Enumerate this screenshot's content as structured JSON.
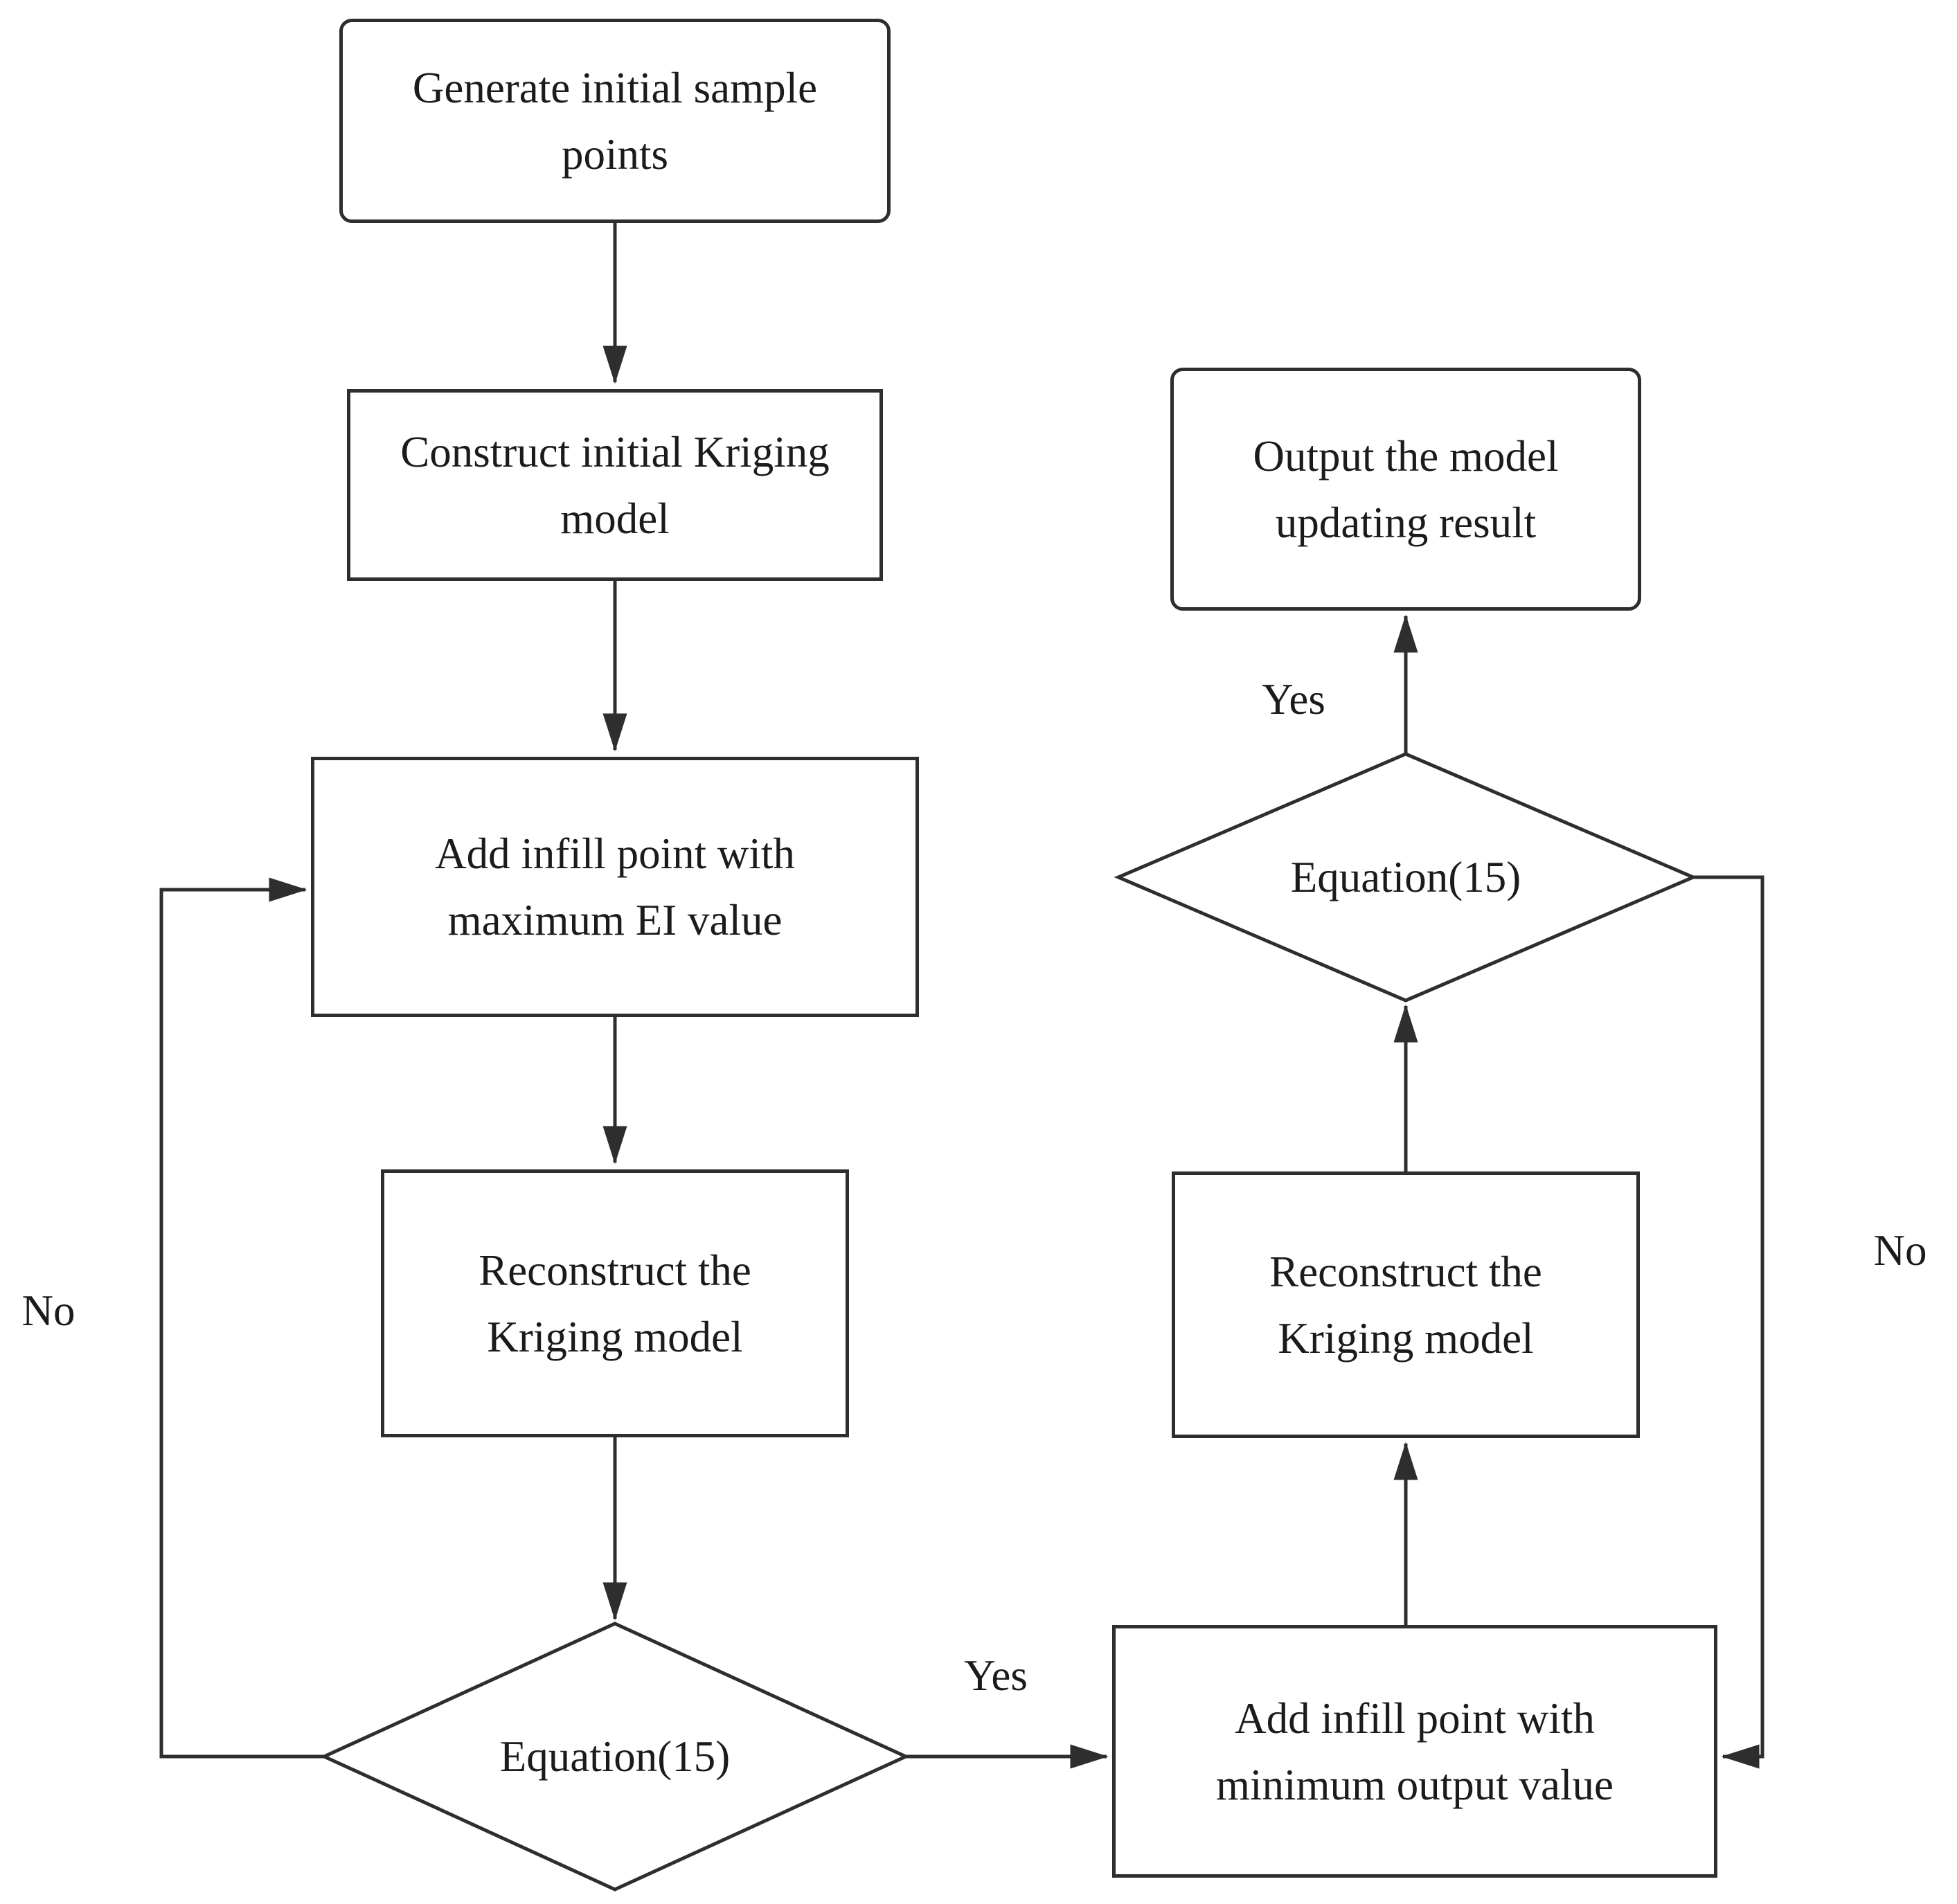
{
  "nodes": {
    "generate_samples": {
      "type": "process",
      "lines": [
        "Generate initial sample",
        "points"
      ]
    },
    "construct_kriging": {
      "type": "process",
      "lines": [
        "Construct initial Kriging",
        "model"
      ]
    },
    "add_infill_ei": {
      "type": "process",
      "lines": [
        "Add infill point with",
        "maximum EI value"
      ]
    },
    "reconstruct_left": {
      "type": "process",
      "lines": [
        "Reconstruct the",
        "Kriging model"
      ]
    },
    "decision_left": {
      "type": "decision",
      "lines": [
        "Equation(15)"
      ]
    },
    "add_infill_min": {
      "type": "process",
      "lines": [
        "Add infill point with",
        "minimum output value"
      ]
    },
    "reconstruct_right": {
      "type": "process",
      "lines": [
        "Reconstruct the",
        "Kriging model"
      ]
    },
    "decision_right": {
      "type": "decision",
      "lines": [
        "Equation(15)"
      ]
    },
    "output_result": {
      "type": "process",
      "lines": [
        "Output the model",
        "updating result"
      ]
    }
  },
  "edges": [
    {
      "from": "generate_samples",
      "to": "construct_kriging",
      "label": ""
    },
    {
      "from": "construct_kriging",
      "to": "add_infill_ei",
      "label": ""
    },
    {
      "from": "add_infill_ei",
      "to": "reconstruct_left",
      "label": ""
    },
    {
      "from": "reconstruct_left",
      "to": "decision_left",
      "label": ""
    },
    {
      "from": "decision_left",
      "to": "add_infill_min",
      "label": "Yes"
    },
    {
      "from": "decision_left",
      "to": "add_infill_ei",
      "label": "No"
    },
    {
      "from": "add_infill_min",
      "to": "reconstruct_right",
      "label": ""
    },
    {
      "from": "reconstruct_right",
      "to": "decision_right",
      "label": ""
    },
    {
      "from": "decision_right",
      "to": "output_result",
      "label": "Yes"
    },
    {
      "from": "decision_right",
      "to": "add_infill_min",
      "label": "No"
    }
  ],
  "colors": {
    "line": "#2e2e2e",
    "text": "#1b1b1b",
    "node_fill": "#ffffff",
    "background": "#ffffff"
  }
}
